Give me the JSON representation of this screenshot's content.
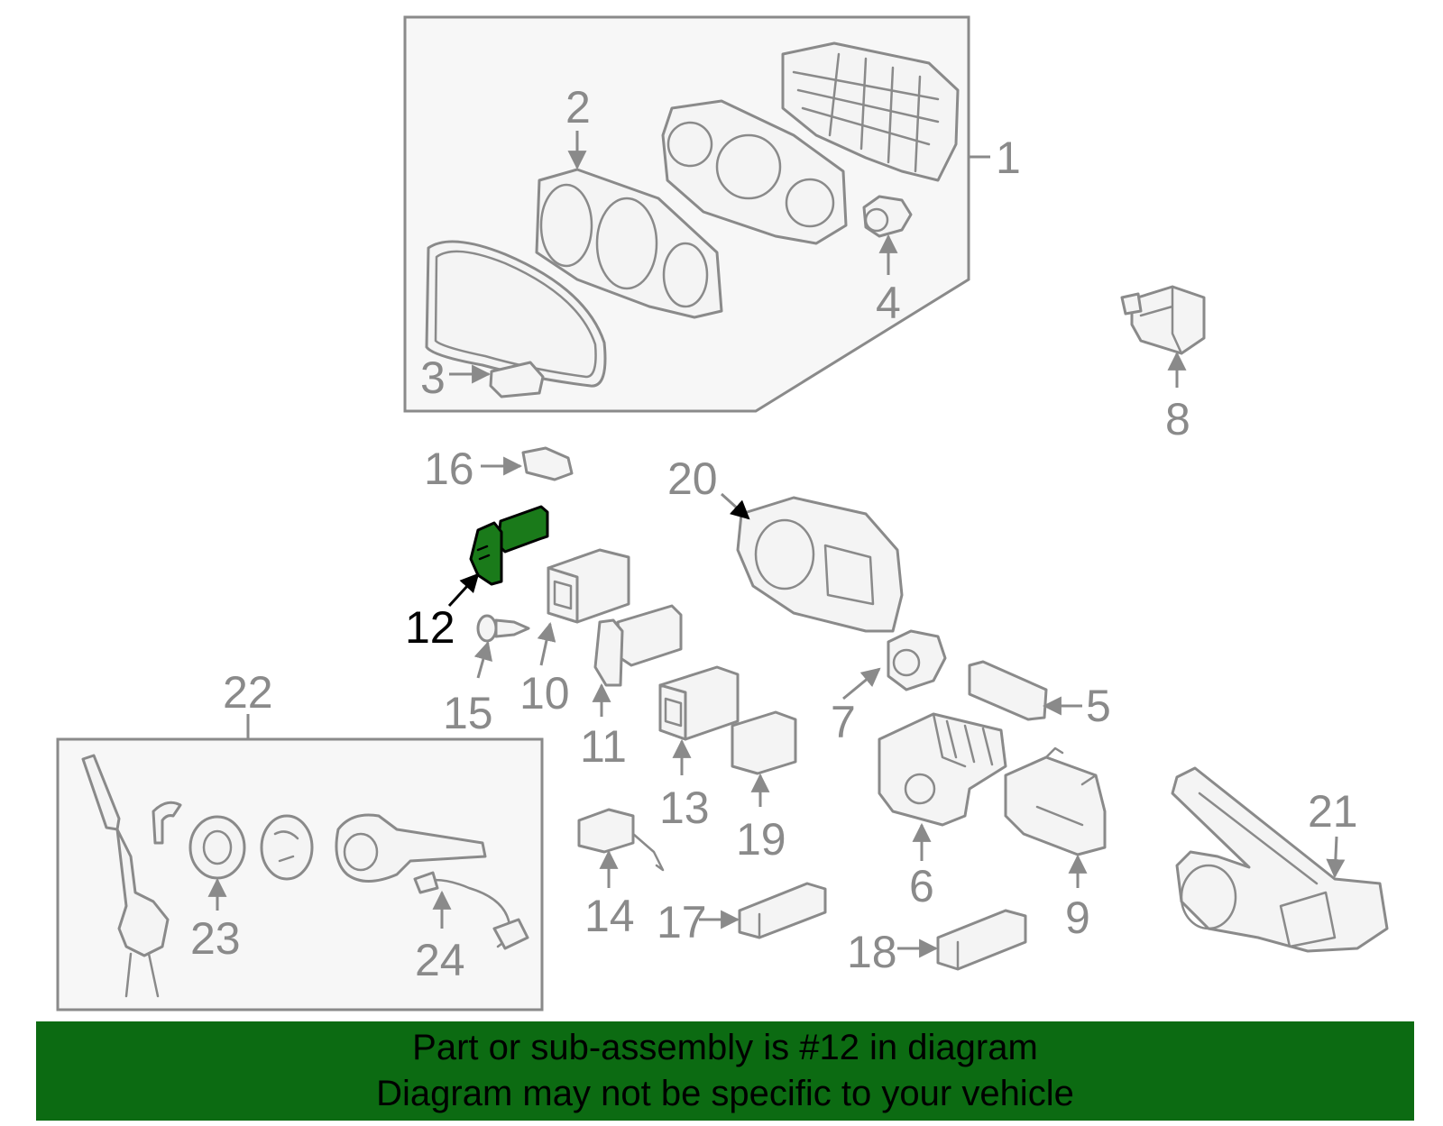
{
  "callouts": {
    "c1": "1",
    "c2": "2",
    "c3": "3",
    "c4": "4",
    "c5": "5",
    "c6": "6",
    "c7": "7",
    "c8": "8",
    "c9": "9",
    "c10": "10",
    "c11": "11",
    "c12": "12",
    "c13": "13",
    "c14": "14",
    "c15": "15",
    "c16": "16",
    "c17": "17",
    "c18": "18",
    "c19": "19",
    "c20": "20",
    "c21": "21",
    "c22": "22",
    "c23": "23",
    "c24": "24"
  },
  "highlight": {
    "part": "12",
    "color": "#1a7a1a"
  },
  "banner": {
    "line1": "Part or sub-assembly is #12 in diagram",
    "line2": "Diagram may not be specific to your vehicle",
    "background": "#0c6b12"
  }
}
